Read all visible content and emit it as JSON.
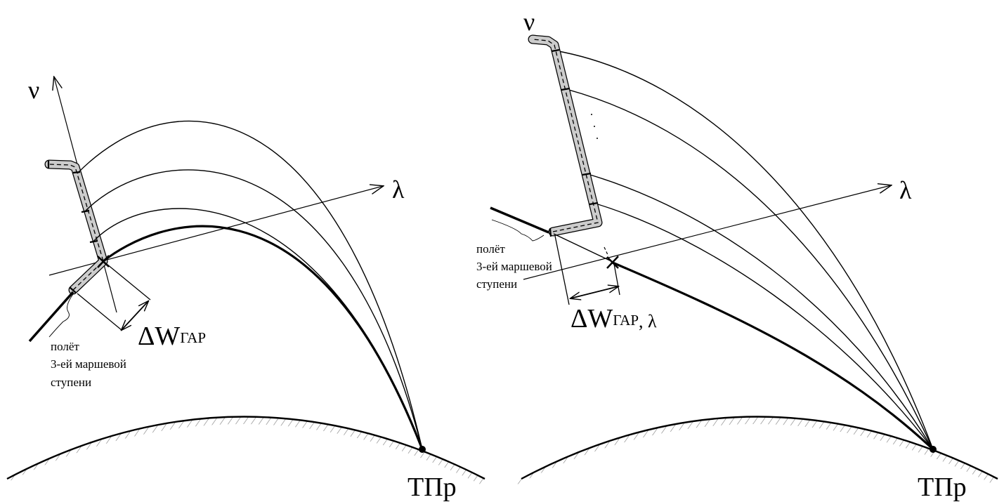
{
  "left_panel": {
    "axis_nu": "ν",
    "axis_lambda": "λ",
    "delta": "ΔW",
    "delta_sub": "ГАР",
    "note_line1": "полёт",
    "note_line2": "3-ей маршевой",
    "note_line3": "ступени",
    "target": "ТПр"
  },
  "right_panel": {
    "axis_nu": "ν",
    "axis_lambda": "λ",
    "delta": "ΔW",
    "delta_sub": "ГАР",
    "delta_suffix": ", λ",
    "note_line1": "полёт",
    "note_line2": "3-ей маршевой",
    "note_line3": "ступени",
    "target": "ТПр"
  },
  "colors": {
    "ink": "#000000",
    "band_fill": "#cccccc",
    "hatch": "#7a7a7a"
  }
}
